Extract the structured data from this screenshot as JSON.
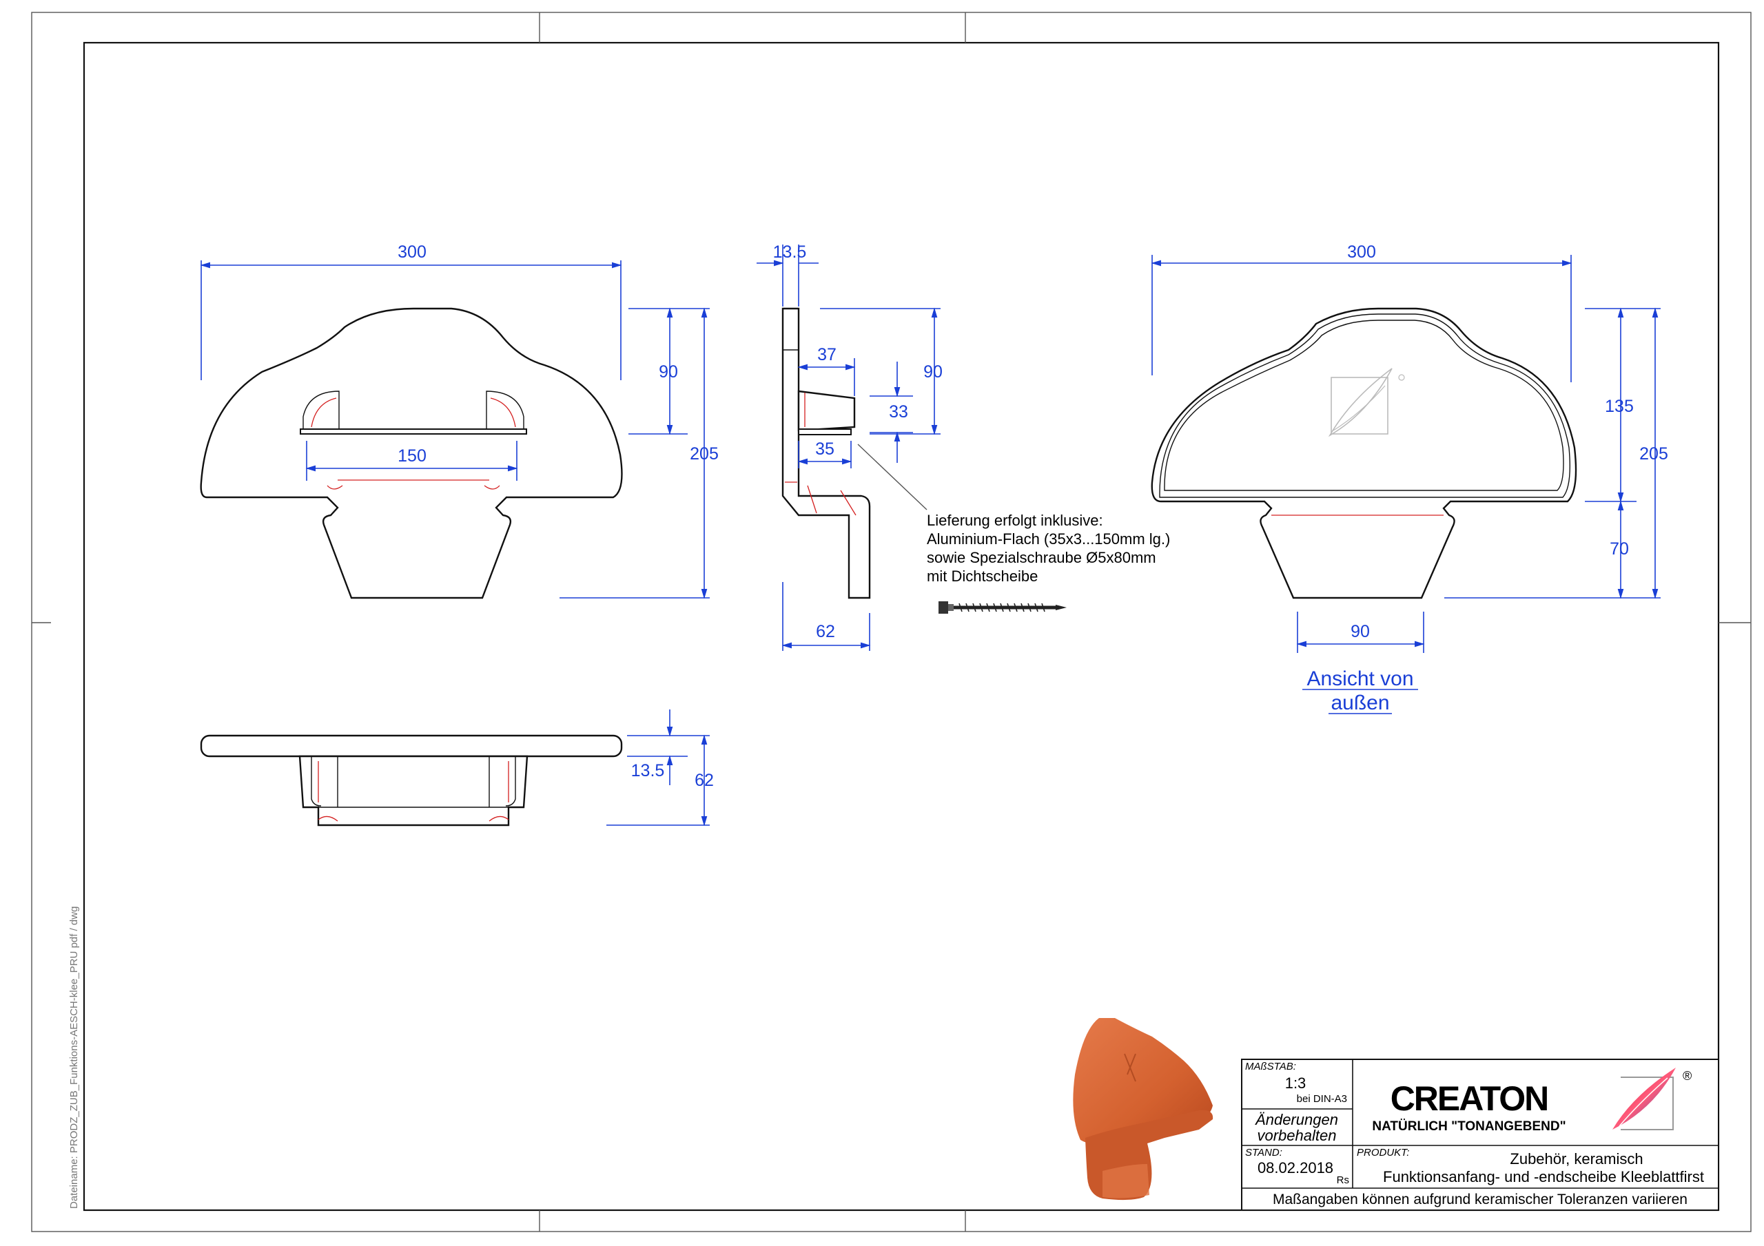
{
  "colors": {
    "dimension": "#1a3fd6",
    "outline": "#111111",
    "section_cut": "#d42020",
    "brand_red": "#c8102e",
    "brand_blue": "#1c4fb5",
    "terracotta": "#d7663a"
  },
  "front_view": {
    "width": "300",
    "height_top": "90",
    "height_total": "205",
    "inner_width": "150"
  },
  "side_view": {
    "thickness": "13.5",
    "height": "90",
    "flat_length": "37",
    "flat_height": "33",
    "offset": "35",
    "depth": "62"
  },
  "top_view": {
    "thickness": "13.5",
    "depth": "62"
  },
  "outside_view": {
    "width": "300",
    "height_upper": "135",
    "height_total": "205",
    "height_lower": "70",
    "bottom_width": "90",
    "caption_line1": "Ansicht von",
    "caption_line2": "außen"
  },
  "delivery_note": {
    "line1": "Lieferung erfolgt inklusive:",
    "line2": "Aluminium-Flach (35x3...150mm lg.)",
    "line3": "sowie Spezialschraube Ø5x80mm",
    "line4": "mit Dichtscheibe"
  },
  "side_filename": "Dateiname:  PRODZ_ZUB_Funktions-AESCH-klee_PRU  pdf / dwg",
  "title_block": {
    "scale_label": "MAßSTAB:",
    "scale_value": "1:3",
    "scale_note": "bei DIN-A3",
    "changes_line1": "Änderungen",
    "changes_line2": "vorbehalten",
    "date_label": "STAND:",
    "date_value": "08.02.2018",
    "initials": "Rs",
    "product_label": "PRODUKT:",
    "product_line1": "Zubehör, keramisch",
    "product_line2": "Funktionsanfang- und -endscheibe Kleeblattfirst",
    "brand": "CREATON",
    "slogan": "NATÜRLICH \"TONANGEBEND\"",
    "registered": "®",
    "footer": "Maßangaben  können  aufgrund  keramischer  Toleranzen  variieren"
  }
}
